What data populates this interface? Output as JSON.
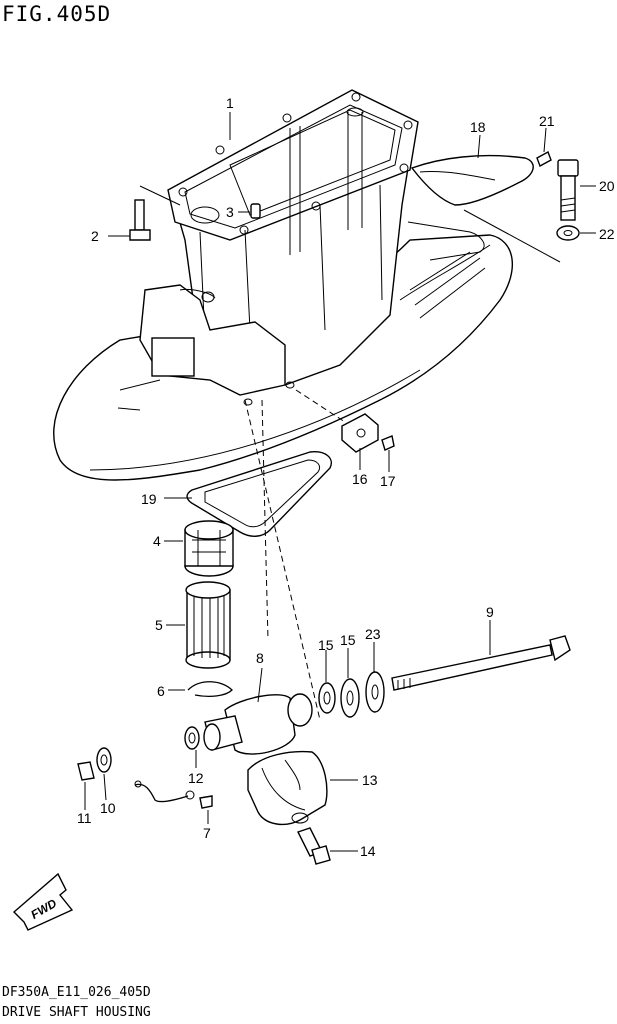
{
  "figure": {
    "title": "FIG.405D",
    "code": "DF350A_E11_026_405D",
    "caption": "DRIVE SHAFT HOUSING"
  },
  "direction_marker": {
    "label": "FWD",
    "icon": "fwd-arrow-icon"
  },
  "callouts": [
    {
      "id": "c1",
      "label": "1"
    },
    {
      "id": "c2",
      "label": "2"
    },
    {
      "id": "c3",
      "label": "3"
    },
    {
      "id": "c4",
      "label": "4"
    },
    {
      "id": "c5",
      "label": "5"
    },
    {
      "id": "c6",
      "label": "6"
    },
    {
      "id": "c7",
      "label": "7"
    },
    {
      "id": "c8",
      "label": "8"
    },
    {
      "id": "c9",
      "label": "9"
    },
    {
      "id": "c10",
      "label": "10"
    },
    {
      "id": "c11",
      "label": "11"
    },
    {
      "id": "c12",
      "label": "12"
    },
    {
      "id": "c13",
      "label": "13"
    },
    {
      "id": "c14",
      "label": "14"
    },
    {
      "id": "c15a",
      "label": "15"
    },
    {
      "id": "c15b",
      "label": "15"
    },
    {
      "id": "c16",
      "label": "16"
    },
    {
      "id": "c17",
      "label": "17"
    },
    {
      "id": "c18",
      "label": "18"
    },
    {
      "id": "c19",
      "label": "19"
    },
    {
      "id": "c20",
      "label": "20"
    },
    {
      "id": "c21",
      "label": "21"
    },
    {
      "id": "c22",
      "label": "22"
    },
    {
      "id": "c23",
      "label": "23"
    }
  ]
}
